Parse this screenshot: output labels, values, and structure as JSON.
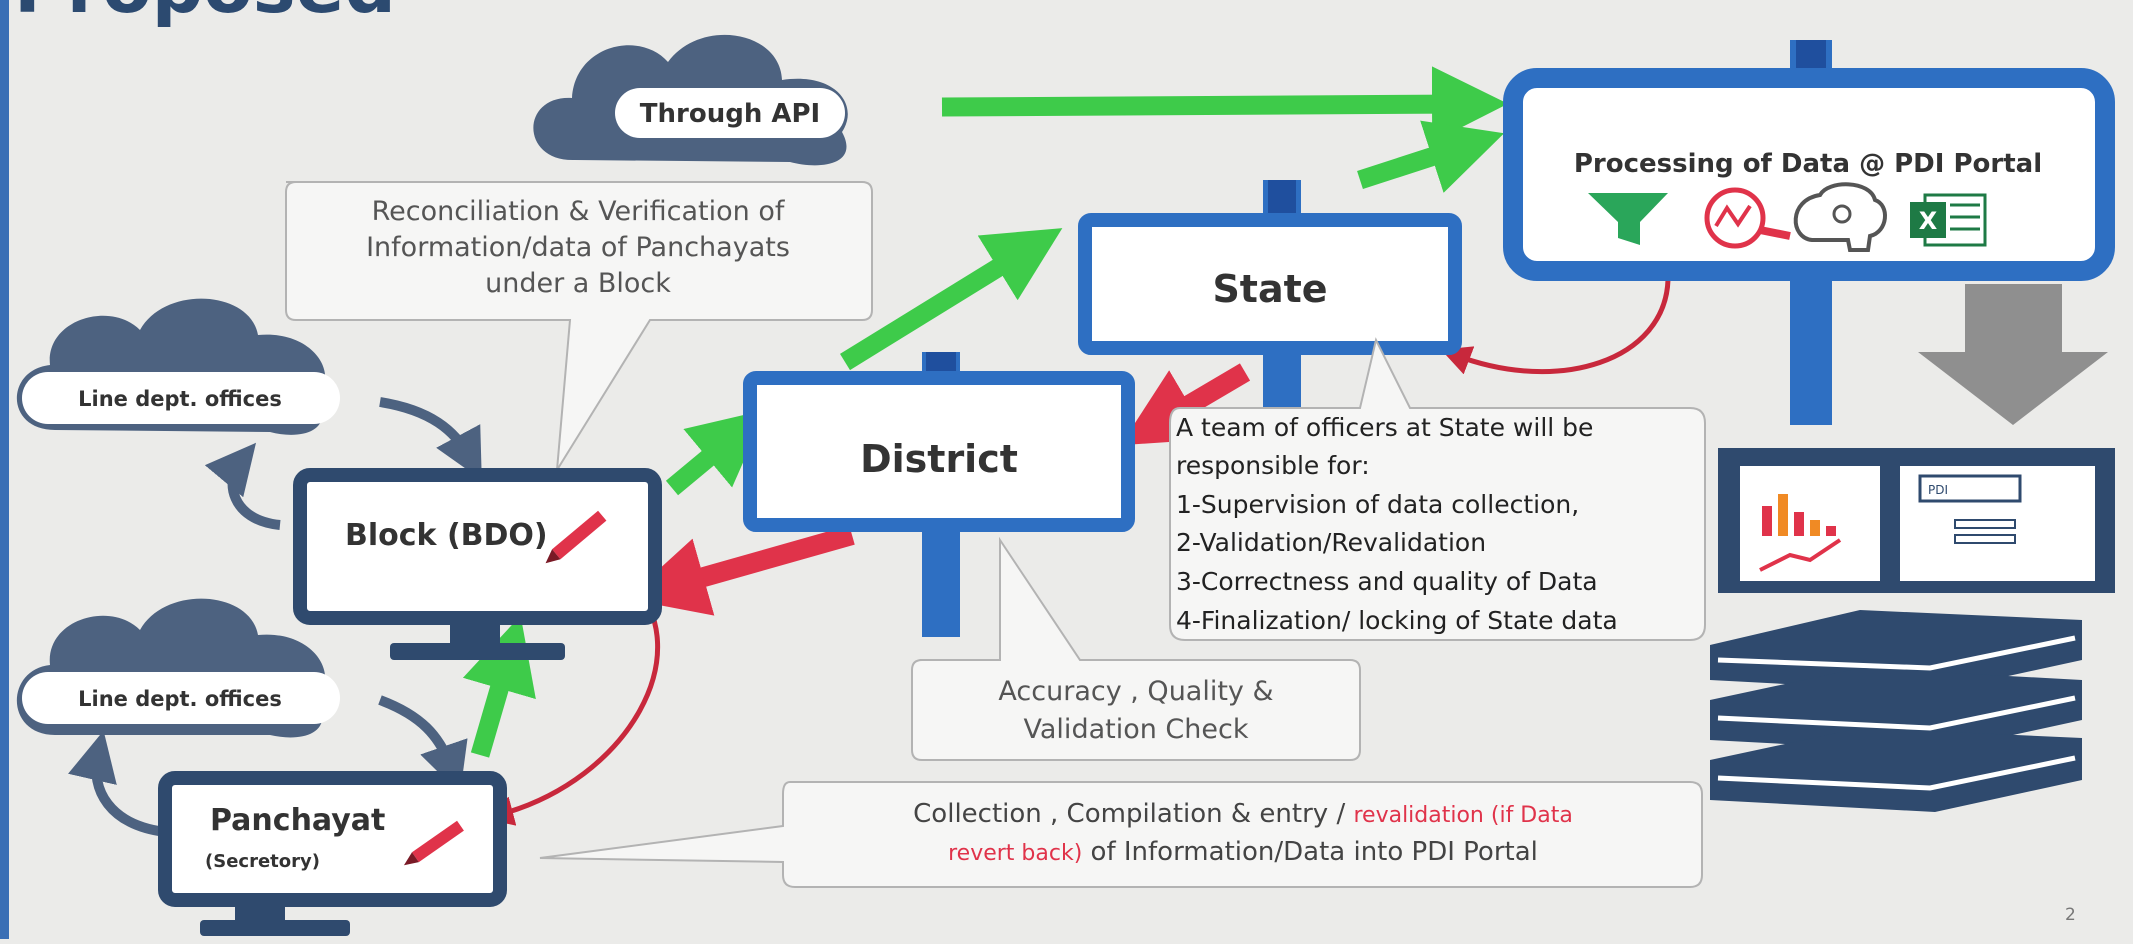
{
  "slide_title_fragment": "Proposed",
  "page_number": "2",
  "nodes": {
    "api": "Through API",
    "portal": "Processing of Data @ PDI Portal",
    "state": "State",
    "district": "District",
    "block": "Block (BDO)",
    "panchayat": "Panchayat",
    "panchayat_sub": "(Secretory)",
    "line_dept_1": "Line dept. offices",
    "line_dept_2": "Line dept. offices",
    "pdi_doc_label": "PDI"
  },
  "callouts": {
    "reconciliation": [
      "Reconciliation & Verification of",
      "Information/data of Panchayats",
      "under a Block"
    ],
    "state_team": [
      "A team of officers at State will be",
      "responsible for:",
      "1-Supervision of data collection,",
      "2-Validation/Revalidation",
      "3-Correctness and quality  of Data",
      "4-Finalization/ locking of  State data"
    ],
    "accuracy": [
      "Accuracy , Quality &",
      "Validation Check"
    ],
    "collection": {
      "line1_plain": "Collection , Compilation  & entry / ",
      "line1_red": "revalidation (if Data",
      "line2_red": "revert back)",
      "line2_plain": " of Information/Data into PDI Portal"
    }
  },
  "colors": {
    "blue": "#2e6fc2",
    "blue_dark": "#1f4f9e",
    "green": "#3ecb4a",
    "red": "#e0334a",
    "gray": "#9a9a9a",
    "navy": "#2f4a6e",
    "cloud": "#4d6280"
  }
}
